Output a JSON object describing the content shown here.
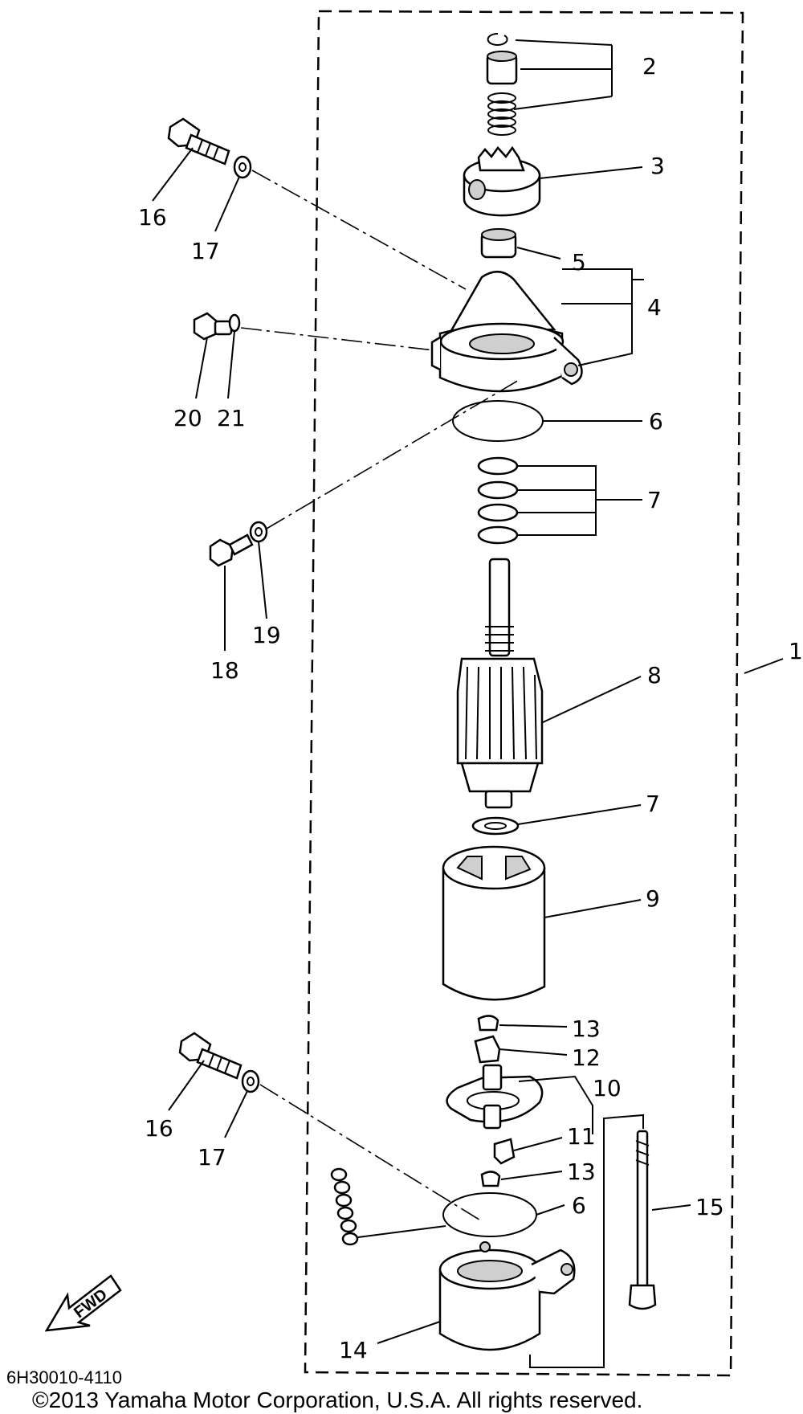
{
  "callouts": {
    "c1": "1",
    "c2": "2",
    "c3": "3",
    "c4": "4",
    "c5": "5",
    "c6a": "6",
    "c6b": "6",
    "c7a": "7",
    "c7b": "7",
    "c8": "8",
    "c9": "9",
    "c10": "10",
    "c11": "11",
    "c12": "12",
    "c13a": "13",
    "c13b": "13",
    "c14": "14",
    "c15": "15",
    "c16a": "16",
    "c16b": "16",
    "c17a": "17",
    "c17b": "17",
    "c18": "18",
    "c19": "19",
    "c20": "20",
    "c21": "21"
  },
  "fwd_label": "FWD",
  "part_number": "6H30010-4110",
  "copyright": "©2013 Yamaha Motor Corporation, U.S.A. All rights reserved."
}
